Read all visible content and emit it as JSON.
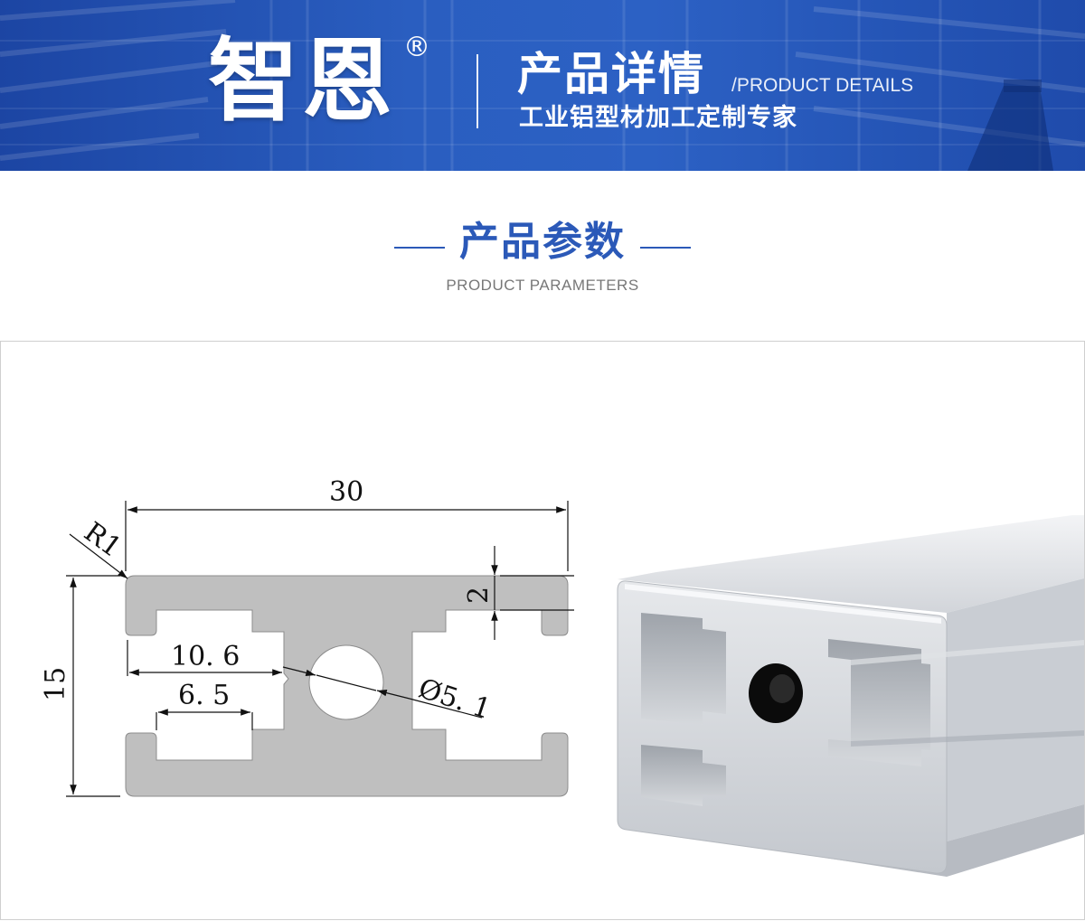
{
  "banner": {
    "brand": "智恩",
    "registered_mark": "®",
    "title": "产品详情",
    "title_en": "/PRODUCT DETAILS",
    "tagline": "工业铝型材加工定制专家",
    "colors": {
      "primary": "#2a5ec0",
      "dark": "#1c45a3"
    }
  },
  "section": {
    "title": "产品参数",
    "subtitle": "PRODUCT PARAMETERS",
    "accent": "#2b59b8"
  },
  "drawing": {
    "width_label": "30",
    "height_label": "15",
    "radius_label": "R1",
    "wall_label": "2",
    "slot_outer_label": "10. 6",
    "slot_inner_label": "6. 5",
    "hole_label": "Ø5. 1",
    "profile_fill": "#bfbfbf"
  }
}
